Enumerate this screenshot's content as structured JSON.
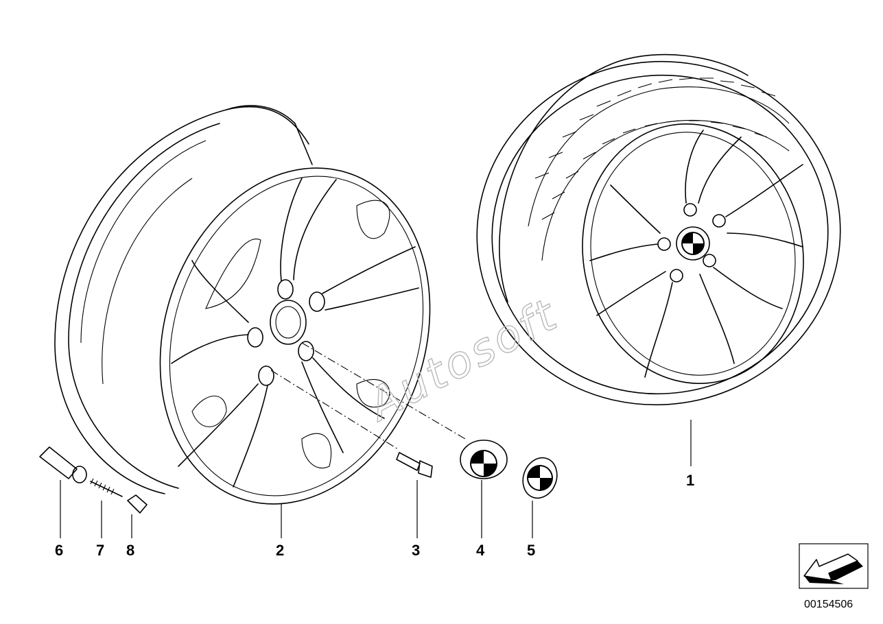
{
  "callouts": [
    {
      "id": "1",
      "label": "1"
    },
    {
      "id": "2",
      "label": "2"
    },
    {
      "id": "3",
      "label": "3"
    },
    {
      "id": "4",
      "label": "4"
    },
    {
      "id": "5",
      "label": "5"
    },
    {
      "id": "6",
      "label": "6"
    },
    {
      "id": "7",
      "label": "7"
    },
    {
      "id": "8",
      "label": "8"
    }
  ],
  "watermark": "Autosoft",
  "diagram_code": "00154506",
  "icons": {
    "navigation": "arrow-back-icon"
  }
}
